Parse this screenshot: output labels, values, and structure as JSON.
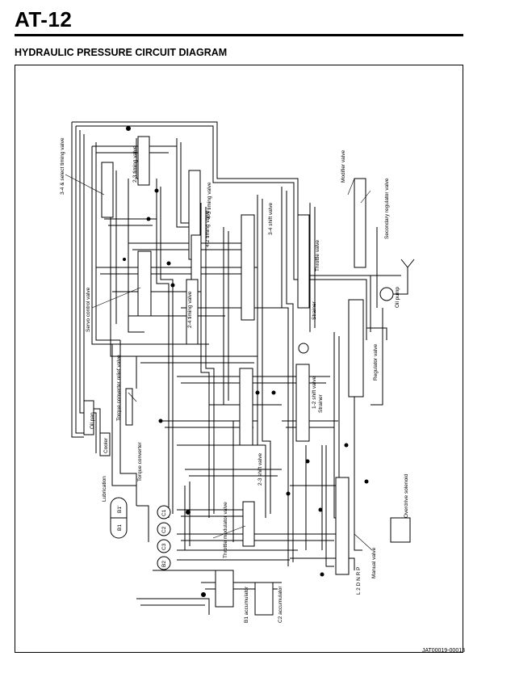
{
  "header": {
    "page_number": "AT-12",
    "section_title": "HYDRAULIC PRESSURE CIRCUIT DIAGRAM"
  },
  "footer": {
    "doc_code": "JAT00019-00013"
  },
  "valves": {
    "v34_select": "3-4 & select timing valve",
    "v23_timing": "2-3 timing valve",
    "v43_timing": "4-3 timing valve",
    "v42_timing": "4-2 timing valve",
    "v24_timing": "2-4 timing valve",
    "v34_shift": "3-4 shift valve",
    "v23_shift": "2-3 shift valve",
    "v12_shift": "1-2 shift valve",
    "servo": "Servo control valve",
    "throttle": "Throttle valve",
    "modifier": "Modifier valve",
    "secondary": "Secondary regulator valve",
    "regulator": "Regulator valve",
    "tc_relief": "Torque converter relief valve",
    "throttle_mod": "Throttle modulator valve",
    "manual": "Manual valve"
  },
  "components": {
    "oil_pump": "Oil pump",
    "oil_pan": "Oil pan",
    "cooler": "Cooler",
    "torque_converter": "Torque converter",
    "lubrication": "Lubrication",
    "strainer": "Strainer",
    "overdrive_solenoid": "Overdrive solenoid",
    "b1_accumulator": "B1 accumulator",
    "c2_accumulator": "C2 accumulator"
  },
  "elements": {
    "b1": "B1",
    "b1p": "B1'",
    "c1": "C1",
    "c2": "C2",
    "c3": "C3",
    "b2": "B2"
  },
  "manual_positions": "L 2 D N R P"
}
